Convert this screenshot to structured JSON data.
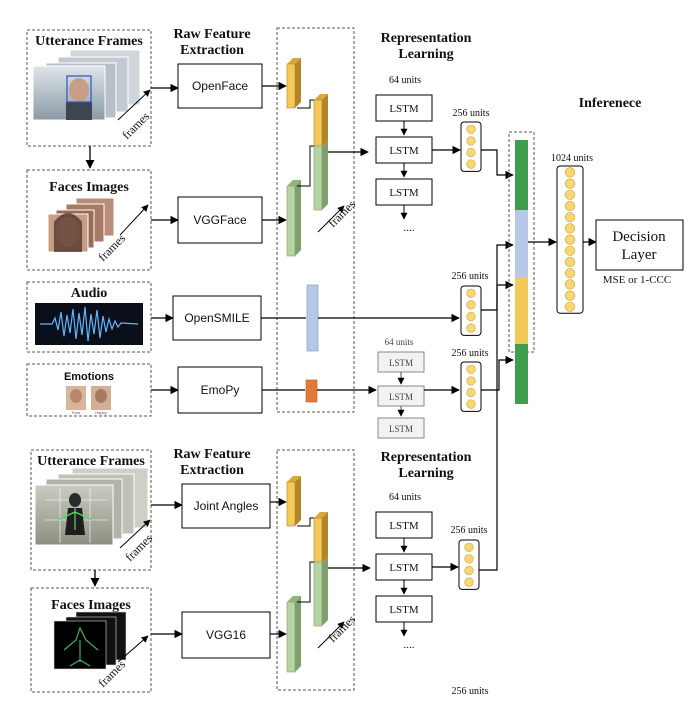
{
  "top": {
    "utterance_frames": "Utterance Frames",
    "faces_images": "Faces Images",
    "audio": "Audio",
    "emotions": "Emotions",
    "frames_label": "frames",
    "raw_feature_title": [
      "Raw Feature",
      "Extraction"
    ],
    "extractors": [
      "OpenFace",
      "VGGFace",
      "OpenSMILE",
      "EmoPy"
    ],
    "representation_title": [
      "Representation",
      "Learning"
    ],
    "units_64": "64 units",
    "units_256": "256 units",
    "lstm": "LSTM",
    "dots": "....",
    "inference_title": "Inferenece",
    "units_1024": "1024 units",
    "decision": [
      "Decision",
      "Layer"
    ],
    "loss": "MSE or 1-CCC",
    "emopy_faces": [
      "Fear",
      "Happy"
    ]
  },
  "bottom": {
    "utterance_frames": "Utterance Frames",
    "faces_images": "Faces Images",
    "frames_label": "frames",
    "raw_feature_title": [
      "Raw Feature",
      "Extraction"
    ],
    "extractors": [
      "Joint Angles",
      "VGG16"
    ],
    "representation_title": [
      "Representation",
      "Learning"
    ],
    "units_64": "64 units",
    "units_256": "256 units",
    "lstm": "LSTM",
    "dots": "....",
    "cut_label": "256 units"
  },
  "colors": {
    "yellow": "#f5c85a",
    "green": "#b6d4a3",
    "dark_green": "#3f9e4e",
    "blue": "#b7c8e6",
    "orange": "#e47a3a",
    "node": "#f7d774",
    "node_stroke": "#d4a43a"
  }
}
